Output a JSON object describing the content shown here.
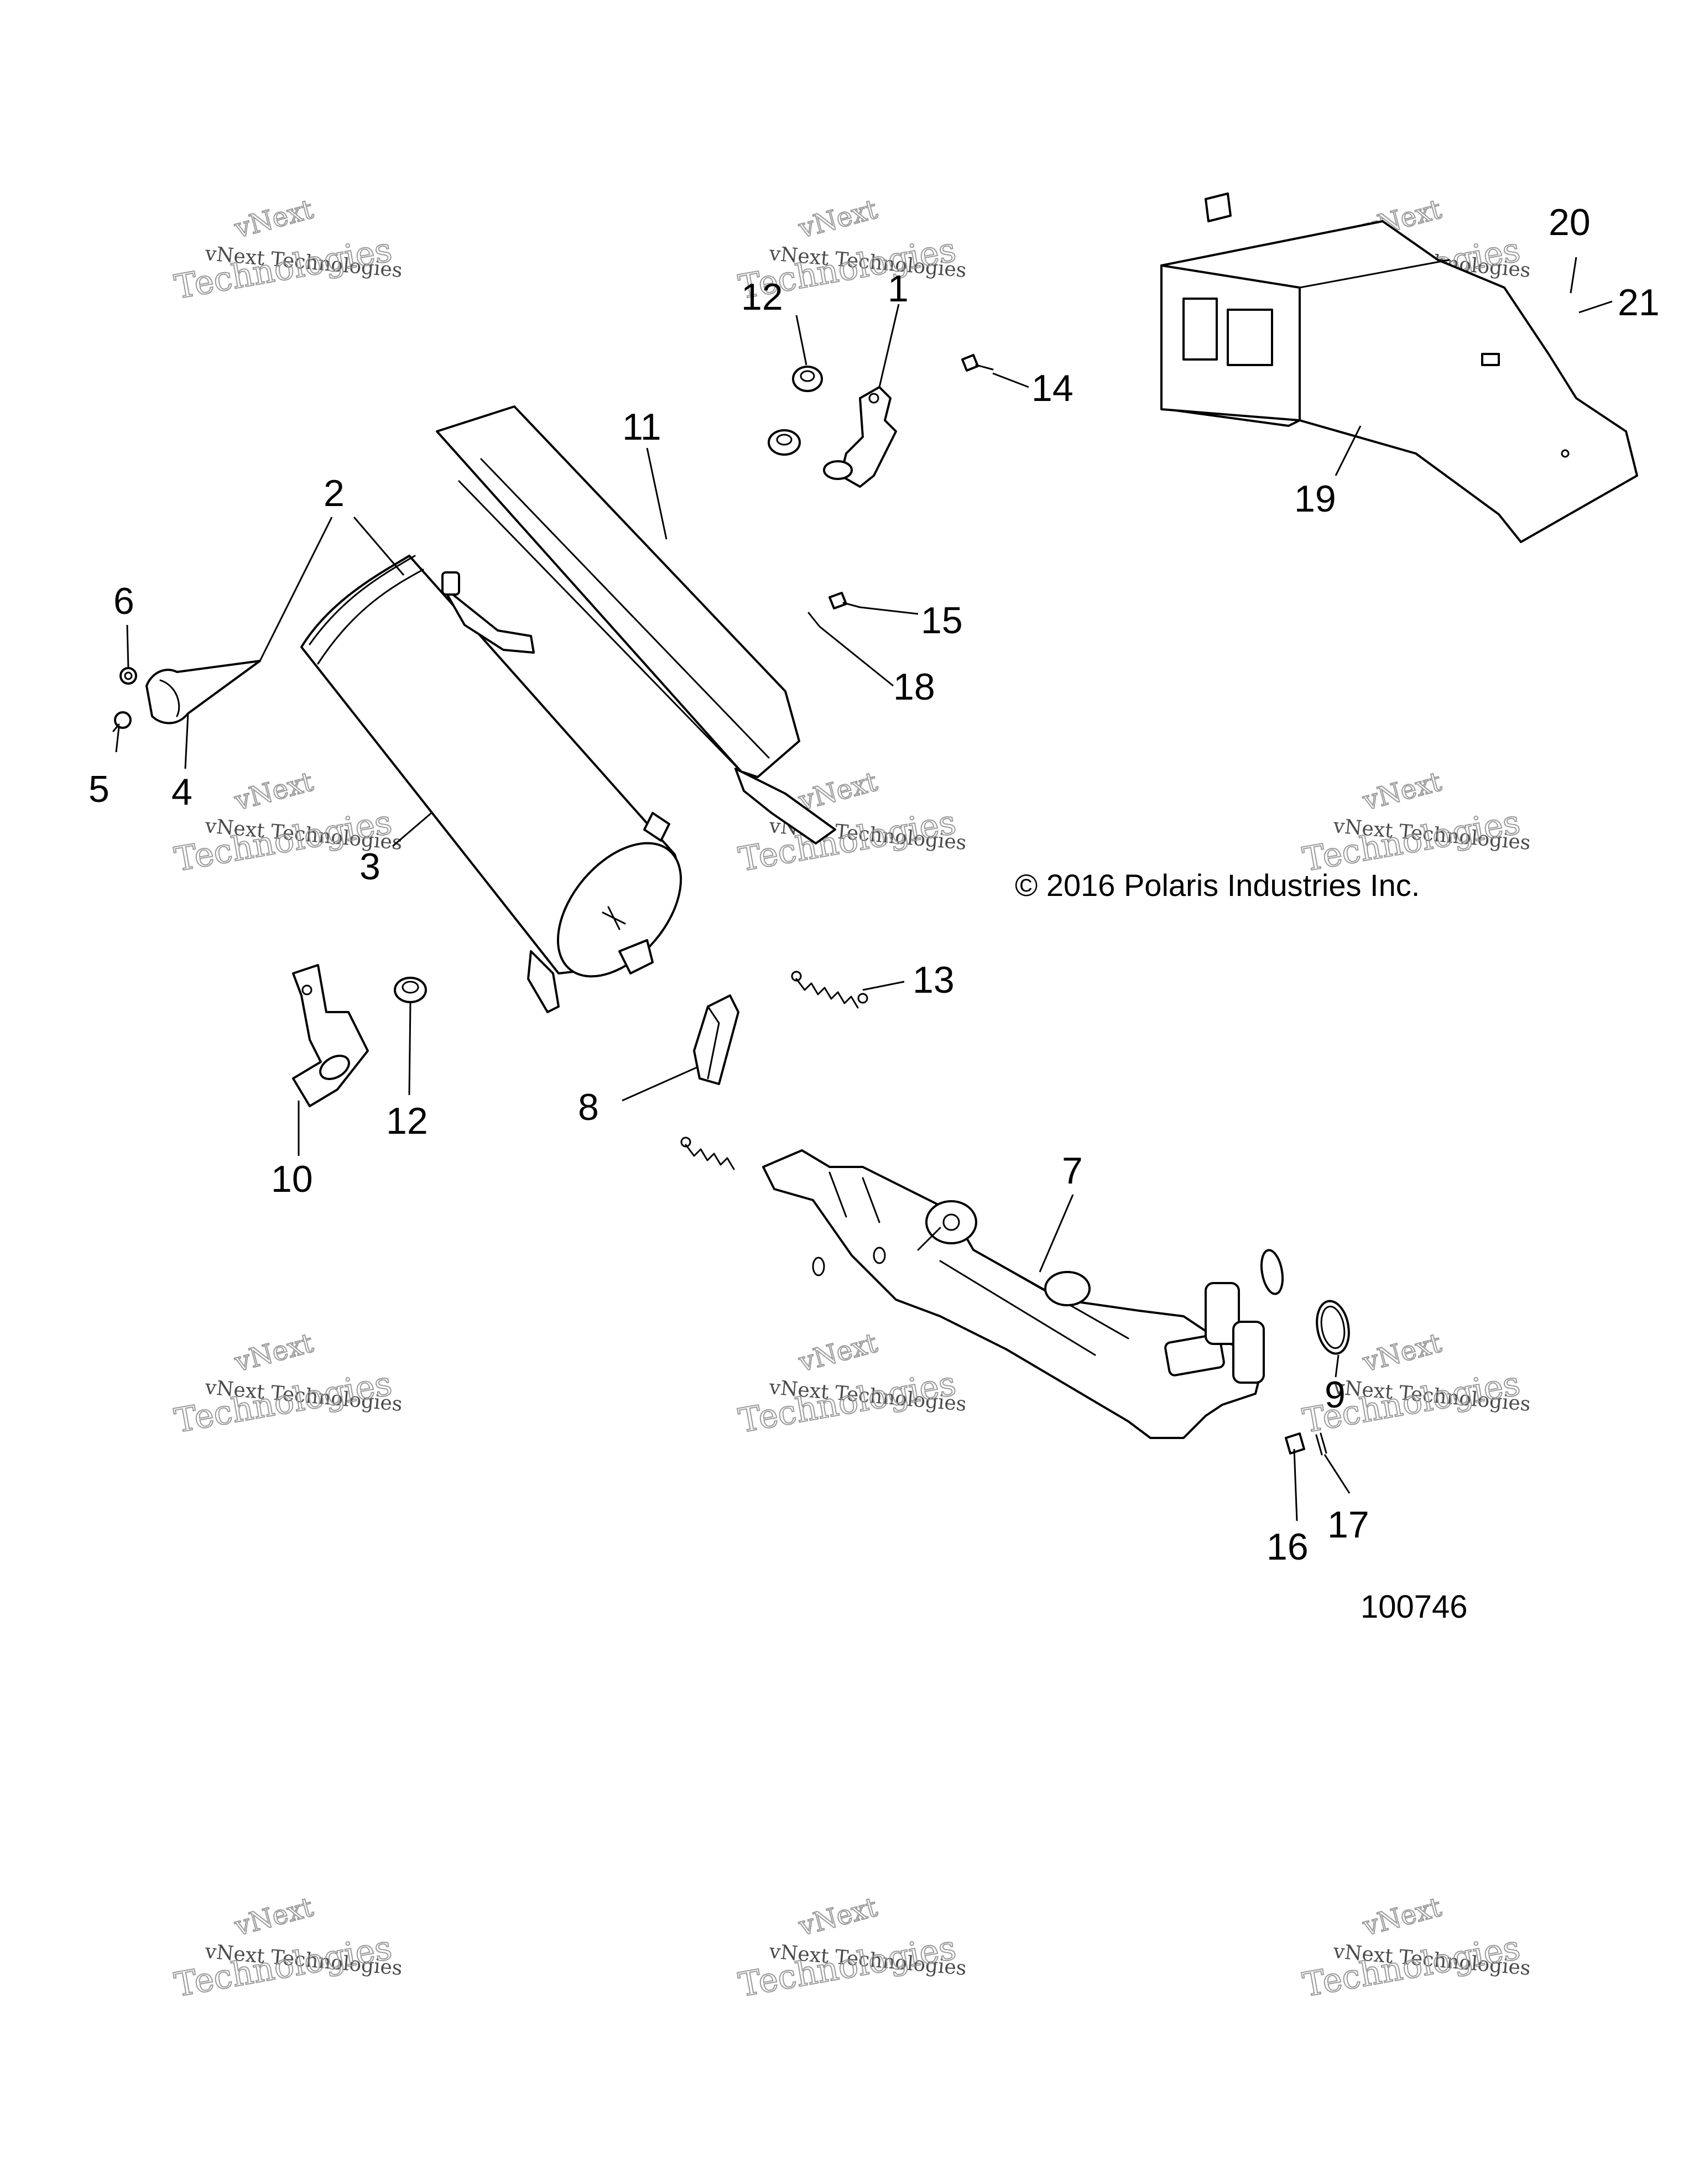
{
  "copyright": "© 2016 Polaris Industries Inc.",
  "reference_number": "100746",
  "watermark": {
    "line1": "vNext Technologies",
    "line2": "Technologies",
    "top": "vNext"
  },
  "callouts": [
    "1",
    "2",
    "3",
    "4",
    "5",
    "6",
    "7",
    "8",
    "9",
    "10",
    "11",
    "12",
    "12",
    "13",
    "14",
    "15",
    "16",
    "17",
    "18",
    "19",
    "20",
    "21"
  ]
}
